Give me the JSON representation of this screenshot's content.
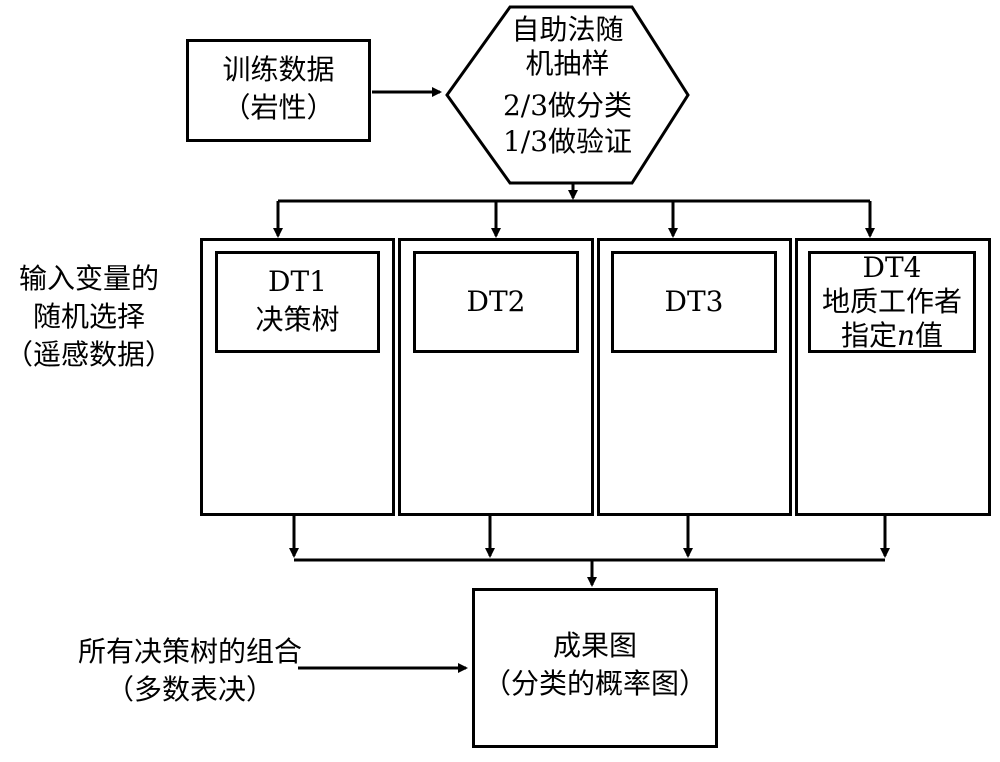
{
  "training_data": {
    "line1": "训练数据",
    "line2": "（岩性）"
  },
  "bootstrap": {
    "line1": "自助法随",
    "line2": "机抽样",
    "line3": "2/3做分类",
    "line4": "1/3做验证"
  },
  "random_vars": {
    "line1": "输入变量的",
    "line2": "随机选择",
    "line3": "（遥感数据）"
  },
  "trees": [
    {
      "line1": "DT1",
      "line2": "决策树"
    },
    {
      "line1": "DT2"
    },
    {
      "line1": "DT3"
    },
    {
      "line1": "DT4",
      "line2": "地质工作者",
      "line3_pre": "指定",
      "line3_var": "n",
      "line3_post": "值"
    }
  ],
  "combination": {
    "line1": "所有决策树的组合",
    "line2": "（多数表决）"
  },
  "result": {
    "line1": "成果图",
    "line2": "（分类的概率图）"
  }
}
